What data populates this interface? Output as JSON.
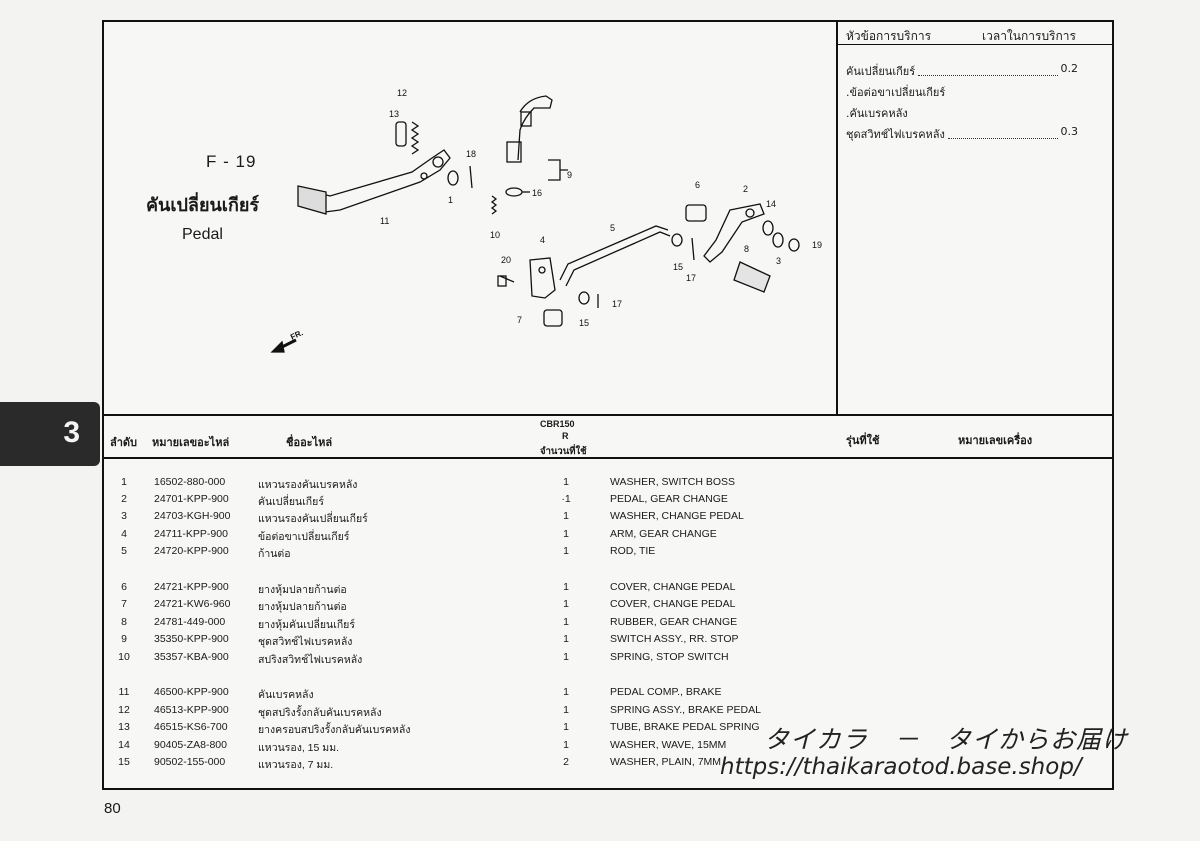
{
  "section_tab": "3",
  "figure": {
    "code": "F - 19",
    "title_th": "คันเปลี่ยนเกียร์",
    "title_en": "Pedal",
    "fr_label": "FR.",
    "callouts": [
      "12",
      "13",
      "18",
      "1",
      "11",
      "10",
      "9",
      "16",
      "6",
      "2",
      "14",
      "4",
      "5",
      "3",
      "19",
      "20",
      "8",
      "15",
      "17",
      "7",
      "15",
      "17"
    ]
  },
  "service": {
    "header_left": "หัวข้อการบริการ",
    "header_right": "เวลาในการบริการ",
    "items": [
      {
        "name": "คันเปลี่ยนเกียร์",
        "time": "0.2"
      },
      {
        "name": ".ข้อต่อขาเปลี่ยนเกียร์",
        "time": ""
      },
      {
        "name": ".คันเบรคหลัง",
        "time": ""
      },
      {
        "name": "ชุดสวิทช์ไฟเบรคหลัง",
        "time": "0.3"
      }
    ]
  },
  "table": {
    "headers": {
      "no": "ลำดับ",
      "part_no": "หมายเลขอะไหล่",
      "name": "ชื่ออะไหล่",
      "model": "CBR150",
      "model_sub": "R",
      "qty": "จำนวนที่ใช้",
      "used_in": "รุ่นที่ใช้",
      "engine_no": "หมายเลขเครื่อง"
    },
    "rows": [
      {
        "no": "1",
        "part_no": "16502-880-000",
        "name": "แหวนรองคันเบรคหลัง",
        "qty": "1",
        "en": "WASHER, SWITCH BOSS"
      },
      {
        "no": "2",
        "part_no": "24701-KPP-900",
        "name": "คันเปลี่ยนเกียร์",
        "qty": "·1",
        "en": "PEDAL, GEAR CHANGE"
      },
      {
        "no": "3",
        "part_no": "24703-KGH-900",
        "name": "แหวนรองคันเปลี่ยนเกียร์",
        "qty": "1",
        "en": "WASHER, CHANGE PEDAL"
      },
      {
        "no": "4",
        "part_no": "24711-KPP-900",
        "name": "ข้อต่อขาเปลี่ยนเกียร์",
        "qty": "1",
        "en": "ARM, GEAR CHANGE"
      },
      {
        "no": "5",
        "part_no": "24720-KPP-900",
        "name": "ก้านต่อ",
        "qty": "1",
        "en": "ROD, TIE"
      },
      {
        "no": "6",
        "part_no": "24721-KPP-900",
        "name": "ยางหุ้มปลายก้านต่อ",
        "qty": "1",
        "en": "COVER, CHANGE PEDAL"
      },
      {
        "no": "7",
        "part_no": "24721-KW6-960",
        "name": "ยางหุ้มปลายก้านต่อ",
        "qty": "1",
        "en": "COVER, CHANGE PEDAL"
      },
      {
        "no": "8",
        "part_no": "24781-449-000",
        "name": "ยางหุ้มคันเปลี่ยนเกียร์",
        "qty": "1",
        "en": "RUBBER, GEAR CHANGE"
      },
      {
        "no": "9",
        "part_no": "35350-KPP-900",
        "name": "ชุดสวิทช์ไฟเบรคหลัง",
        "qty": "1",
        "en": "SWITCH ASSY., RR. STOP"
      },
      {
        "no": "10",
        "part_no": "35357-KBA-900",
        "name": "สปริงสวิทช์ไฟเบรคหลัง",
        "qty": "1",
        "en": "SPRING, STOP SWITCH"
      },
      {
        "no": "11",
        "part_no": "46500-KPP-900",
        "name": "คันเบรคหลัง",
        "qty": "1",
        "en": "PEDAL COMP., BRAKE"
      },
      {
        "no": "12",
        "part_no": "46513-KPP-900",
        "name": "ชุดสปริงรั้งกลับคันเบรคหลัง",
        "qty": "1",
        "en": "SPRING ASSY., BRAKE PEDAL"
      },
      {
        "no": "13",
        "part_no": "46515-KS6-700",
        "name": "ยางครอบสปริงรั้งกลับคันเบรคหลัง",
        "qty": "1",
        "en": "TUBE, BRAKE PEDAL SPRING"
      },
      {
        "no": "14",
        "part_no": "90405-ZA8-800",
        "name": "แหวนรอง, 15 มม.",
        "qty": "1",
        "en": "WASHER, WAVE, 15MM"
      },
      {
        "no": "15",
        "part_no": "90502-155-000",
        "name": "แหวนรอง, 7 มม.",
        "qty": "2",
        "en": "WASHER, PLAIN, 7MM"
      }
    ]
  },
  "page_number": "80",
  "watermark": {
    "line1": "タイカラ　－　タイからお届け",
    "line2": "https://thaikaraotod.base.shop/"
  }
}
